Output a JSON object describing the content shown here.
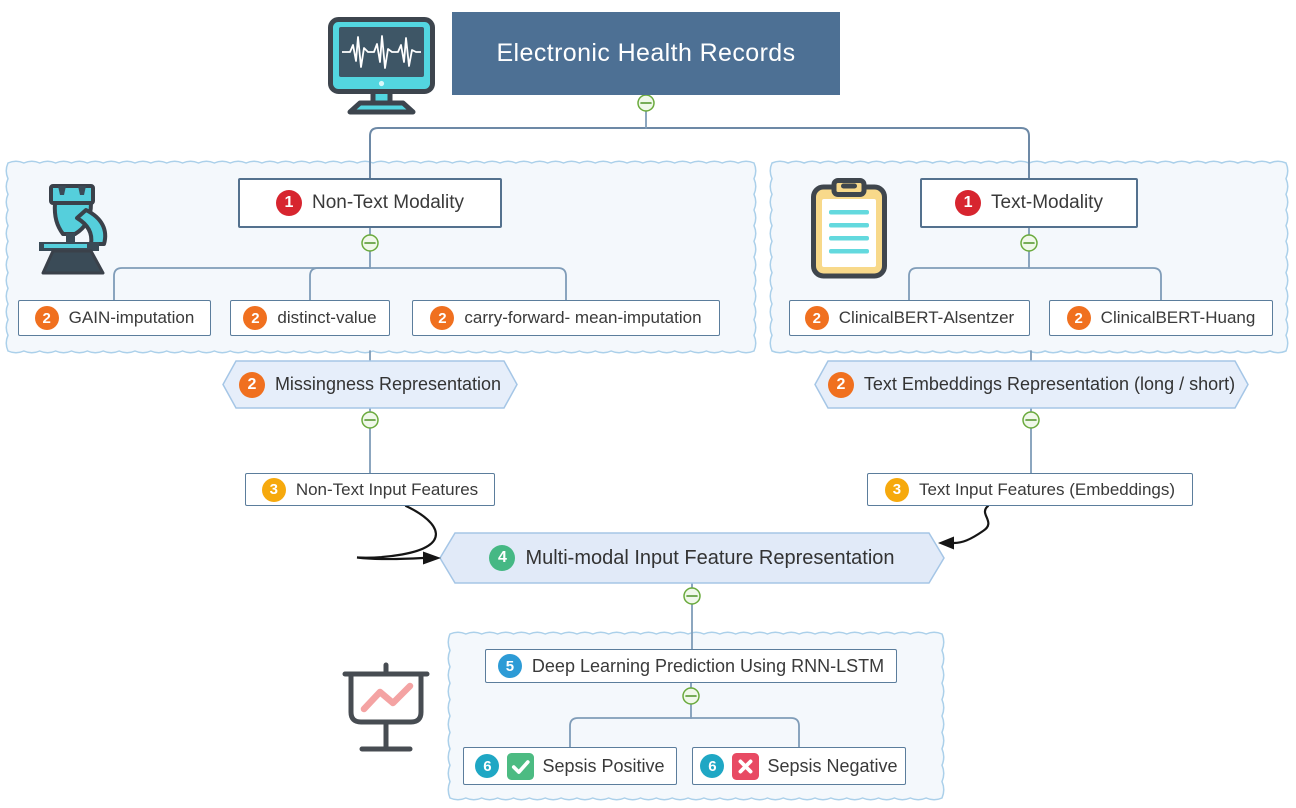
{
  "root": {
    "title": "Electronic Health Records",
    "icon": "ecg-monitor"
  },
  "non_text_branch": {
    "badge": "1",
    "label": "Non-Text Modality",
    "icon": "microscope",
    "methods": [
      {
        "badge": "2",
        "label": "GAIN-imputation"
      },
      {
        "badge": "2",
        "label": "distinct-value"
      },
      {
        "badge": "2",
        "label": "carry-forward- mean-imputation"
      }
    ],
    "representation": {
      "badge": "2",
      "label": "Missingness Representation"
    },
    "features": {
      "badge": "3",
      "label": "Non-Text Input Features"
    }
  },
  "text_branch": {
    "badge": "1",
    "label": "Text-Modality",
    "icon": "clipboard",
    "methods": [
      {
        "badge": "2",
        "label": "ClinicalBERT-Alsentzer"
      },
      {
        "badge": "2",
        "label": "ClinicalBERT-Huang"
      }
    ],
    "representation": {
      "badge": "2",
      "label": "Text Embeddings Representation (long / short)"
    },
    "features": {
      "badge": "3",
      "label": "Text Input Features (Embeddings)"
    }
  },
  "fusion": {
    "badge": "4",
    "label": "Multi-modal Input Feature Representation"
  },
  "prediction": {
    "badge": "5",
    "label": "Deep Learning Prediction Using RNN-LSTM",
    "icon": "presentation-chart"
  },
  "outcomes": {
    "positive": {
      "badge": "6",
      "label": "Sepsis Positive",
      "icon": "check"
    },
    "negative": {
      "badge": "6",
      "label": "Sepsis Negative",
      "icon": "cross"
    }
  },
  "icons": {
    "collapse_toggle": "minus-circle",
    "arrows": "curved-black-arrow"
  },
  "colors": {
    "header_bg": "#4d7094",
    "group_bg": "#f4f8fc",
    "group_border": "#abd0ea",
    "connector": "#7f9cb8",
    "hex_bg": "#e6eefa",
    "hex_border": "#a5c6e6",
    "badge_step1": "#d7252f",
    "badge_step2": "#f0701f",
    "badge_step3": "#f6a90d",
    "badge_step4": "#45b884",
    "badge_step5": "#2d9bd6",
    "badge_step6": "#1fa7c4",
    "positive_icon": "#4cbb82",
    "negative_icon": "#e84a63",
    "collapse_green": "#6aaa3c",
    "icon_teal": "#53d6e0",
    "icon_dark": "#3d454e",
    "icon_yellow": "#f8d98a",
    "chart_line_pink": "#f4a3a3"
  }
}
